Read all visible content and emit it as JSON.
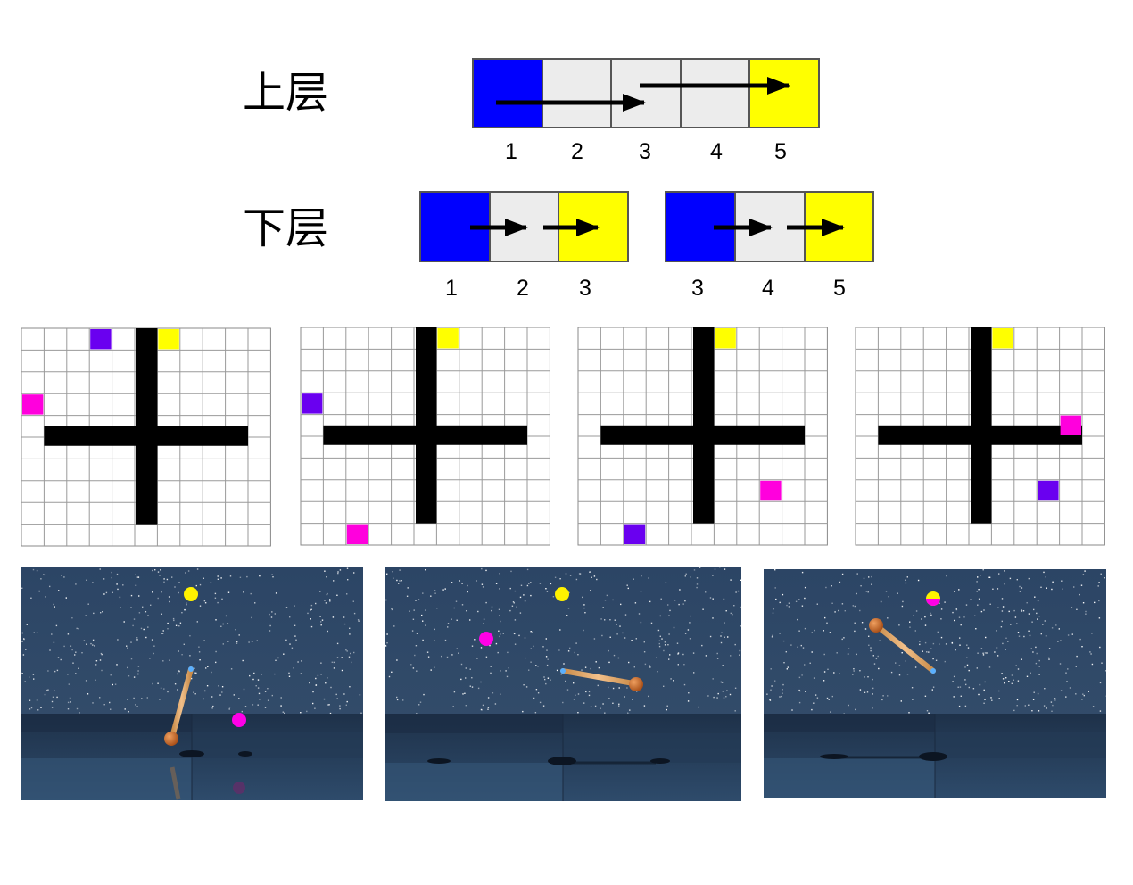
{
  "upper": {
    "label": "上层",
    "cell_colors": [
      "#0000ff",
      "#ececec",
      "#ececec",
      "#ececec",
      "#ffff00"
    ],
    "numbers": [
      "1",
      "2",
      "3",
      "4",
      "5"
    ]
  },
  "lower": {
    "label": "下层",
    "left": {
      "cell_colors": [
        "#0000ff",
        "#ececec",
        "#ffff00"
      ],
      "numbers": [
        "1",
        "2",
        "3"
      ]
    },
    "right": {
      "cell_colors": [
        "#0000ff",
        "#ececec",
        "#ffff00"
      ],
      "numbers": [
        "3",
        "4",
        "5"
      ]
    }
  },
  "grid_panels": [
    {
      "yellow": [
        6,
        0
      ],
      "purple": [
        3,
        0
      ],
      "magenta": [
        0,
        3
      ]
    },
    {
      "yellow": [
        6,
        0
      ],
      "purple": [
        0,
        3
      ],
      "magenta": [
        2,
        9
      ]
    },
    {
      "yellow": [
        6,
        0
      ],
      "purple": [
        2,
        9
      ],
      "magenta": [
        8,
        7
      ]
    },
    {
      "yellow": [
        6,
        0
      ],
      "purple": [
        8,
        7
      ],
      "magenta": [
        9,
        4
      ]
    }
  ],
  "colors": {
    "blue": "#0000ff",
    "yellow": "#ffff00",
    "purple": "#6a00f0",
    "magenta": "#ff00dd",
    "wall": "#000000",
    "sim_sky": "#2f4a68",
    "sim_floor": "#2a4463",
    "rod": "#d9a160",
    "ball": "#cc6a28"
  }
}
